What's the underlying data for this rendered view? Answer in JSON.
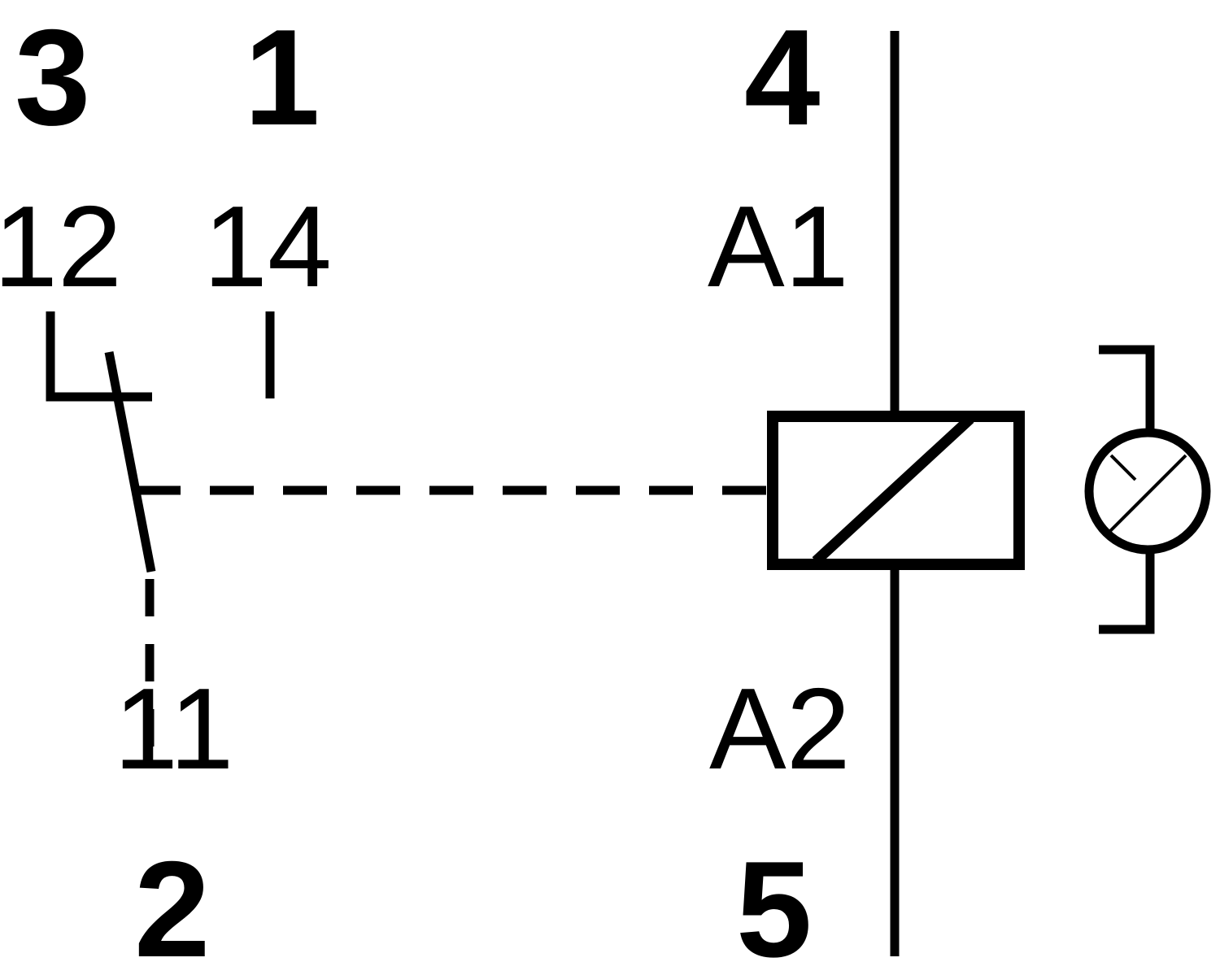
{
  "pins": {
    "p3": "3",
    "p1": "1",
    "p4": "4",
    "p2": "2",
    "p5": "5"
  },
  "terminals": {
    "t12": "12",
    "t14": "14",
    "t11": "11",
    "a1": "A1",
    "a2": "A2"
  },
  "colors": {
    "ink": "#000000",
    "background": "#ffffff"
  }
}
